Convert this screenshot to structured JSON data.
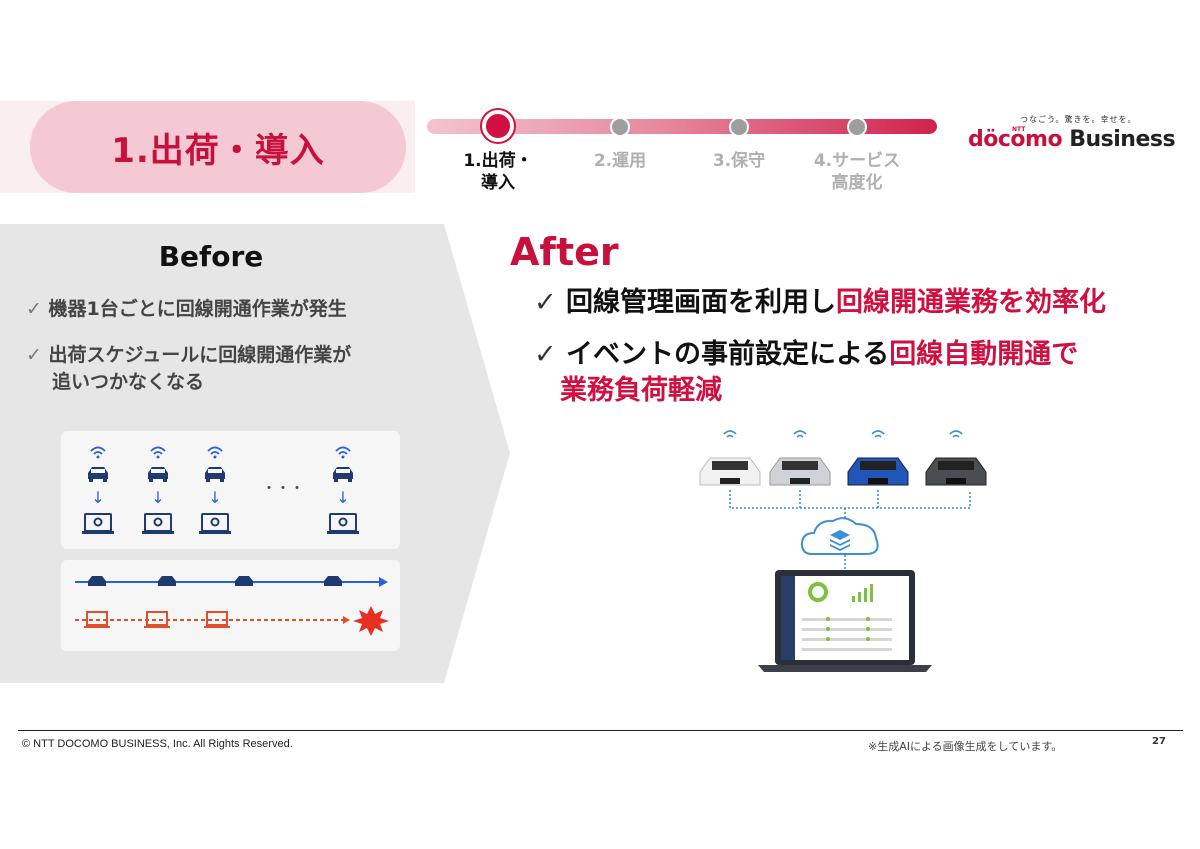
{
  "header": {
    "title": "1.出荷・導入"
  },
  "progress": {
    "steps": [
      {
        "line1": "1.出荷・",
        "line2": "導入"
      },
      {
        "line1": "2.運用",
        "line2": ""
      },
      {
        "line1": "3.保守",
        "line2": ""
      },
      {
        "line1": "4.サービス",
        "line2": "高度化"
      }
    ]
  },
  "logo": {
    "tagline": "つなごう。驚きを。幸せを。",
    "ntt": "NTT",
    "name_red": "döcomo",
    "name_dark": "Business"
  },
  "before": {
    "title": "Before",
    "check": "✓",
    "items": [
      {
        "line1": "機器1台ごとに回線開通作業が発生",
        "line2": ""
      },
      {
        "line1": "出荷スケジュールに回線開通作業が",
        "line2": "追いつかなくなる"
      }
    ],
    "ellipsis": "・・・"
  },
  "after": {
    "title": "After",
    "check": "✓",
    "item1": {
      "plain": "回線管理画面を利用し",
      "highlight": "回線開通業務を効率化"
    },
    "item2": {
      "plain": "イベントの事前設定による",
      "highlight": "回線自動開通で",
      "line2": "業務負荷軽減"
    }
  },
  "colors": {
    "brand": "#c8103d",
    "accent": "#d01040",
    "flow_blue": "#2a5fd6",
    "flow_red": "#e0502a"
  },
  "footer": {
    "copyright": "© NTT DOCOMO BUSINESS, Inc. All Rights Reserved.",
    "note": "※生成AIによる画像生成をしています。",
    "page": "27"
  }
}
